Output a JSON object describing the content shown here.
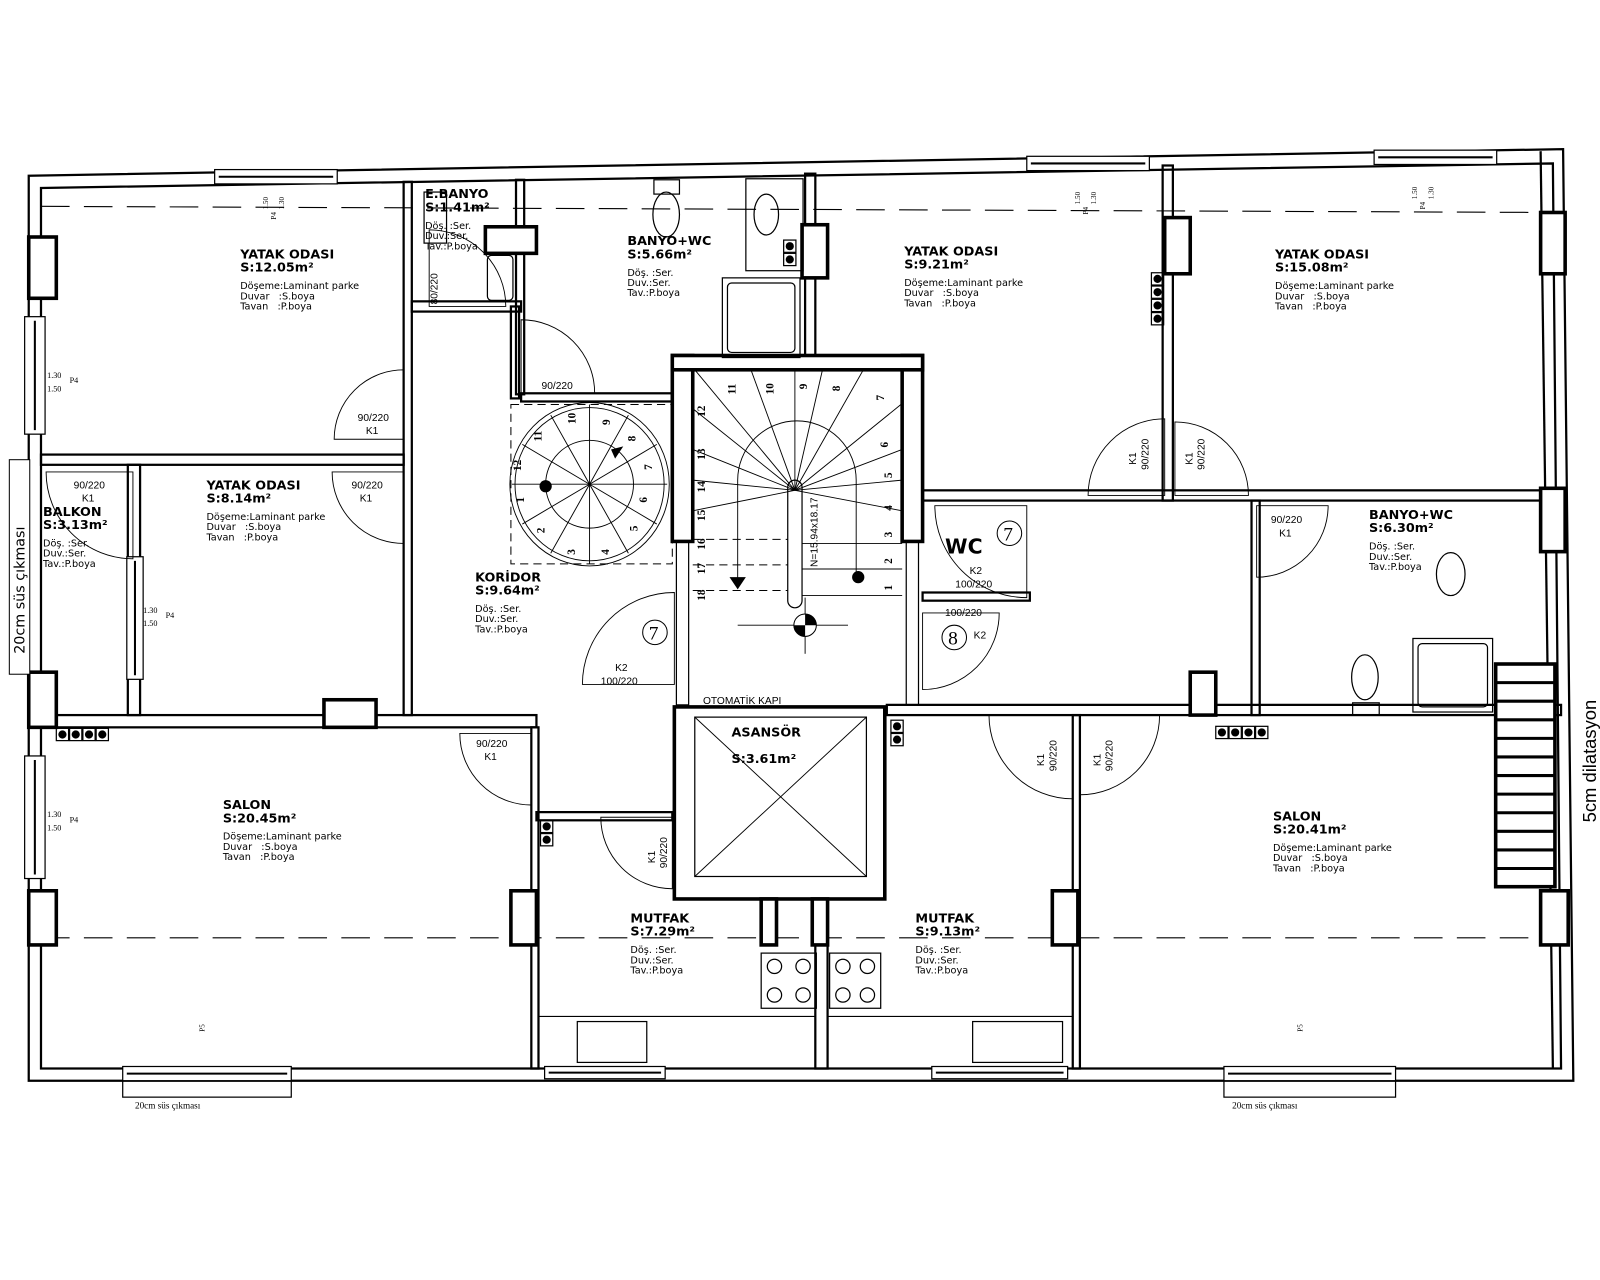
{
  "rooms": [
    {
      "name": "YATAK ODASI",
      "area": "S:12.05m²",
      "finishes": [
        "Döşeme:Laminant parke",
        "Duvar   :S.boya",
        "Tavan   :P.boya"
      ]
    },
    {
      "name": "E.BANYO",
      "area": "S:1.41m²",
      "finishes": [
        "Döş. :Ser.",
        "Duv.:Ser.",
        "Tav.:P.boya"
      ]
    },
    {
      "name": "BANYO+WC",
      "area": "S:5.66m²",
      "finishes": [
        "Döş. :Ser.",
        "Duv.:Ser.",
        "Tav.:P.boya"
      ]
    },
    {
      "name": "YATAK ODASI",
      "area": "S:9.21m²",
      "finishes": [
        "Döşeme:Laminant parke",
        "Duvar   :S.boya",
        "Tavan   :P.boya"
      ]
    },
    {
      "name": "YATAK ODASI",
      "area": "S:15.08m²",
      "finishes": [
        "Döşeme:Laminant parke",
        "Duvar   :S.boya",
        "Tavan   :P.boya"
      ]
    },
    {
      "name": "BALKON",
      "area": "S:3.13m²",
      "finishes": [
        "Döş. :Ser.",
        "Duv.:Ser.",
        "Tav.:P.boya"
      ]
    },
    {
      "name": "YATAK ODASI",
      "area": "S:8.14m²",
      "finishes": [
        "Döşeme:Laminant parke",
        "Duvar   :S.boya",
        "Tavan   :P.boya"
      ]
    },
    {
      "name": "KORİDOR",
      "area": "S:9.64m²",
      "finishes": [
        "Döş. :Ser.",
        "Duv.:Ser.",
        "Tav.:P.boya"
      ]
    },
    {
      "name": "BANYO+WC",
      "area": "S:6.30m²",
      "finishes": [
        "Döş. :Ser.",
        "Duv.:Ser.",
        "Tav.:P.boya"
      ]
    },
    {
      "name": "ASANSÖR",
      "area": "S:3.61m²",
      "finishes": []
    },
    {
      "name": "SALON",
      "area": "S:20.45m²",
      "finishes": [
        "Döşeme:Laminant parke",
        "Duvar   :S.boya",
        "Tavan   :P.boya"
      ]
    },
    {
      "name": "SALON",
      "area": "S:20.41m²",
      "finishes": [
        "Döşeme:Laminant parke",
        "Duvar   :S.boya",
        "Tavan   :P.boya"
      ]
    },
    {
      "name": "MUTFAK",
      "area": "S:7.29m²",
      "finishes": [
        "Döş. :Ser.",
        "Duv.:Ser.",
        "Tav.:P.boya"
      ]
    },
    {
      "name": "MUTFAK",
      "area": "S:9.13m²",
      "finishes": [
        "Döş. :Ser.",
        "Duv.:Ser.",
        "Tav.:P.boya"
      ]
    }
  ],
  "wc_label": "WC",
  "doors": [
    {
      "code": "K1",
      "size": "90/220"
    },
    {
      "code": "K1",
      "size": "90/220"
    },
    {
      "code": "K1",
      "size": "90/220"
    },
    {
      "code": "",
      "size": "80/220"
    },
    {
      "code": "",
      "size": "90/220"
    },
    {
      "code": "K1",
      "size": "90/220"
    },
    {
      "code": "K1",
      "size": "90/220"
    },
    {
      "code": "K2",
      "size": "100/220"
    },
    {
      "code": "K2",
      "size": "100/220"
    },
    {
      "code": "K2",
      "size": "100/220"
    },
    {
      "code": "K1",
      "size": "90/220"
    },
    {
      "code": "K1",
      "size": "90/220"
    },
    {
      "code": "K1",
      "size": "90/220"
    },
    {
      "code": "K1",
      "size": "90/220"
    },
    {
      "code": "K1",
      "size": "90/220"
    }
  ],
  "door_markers": [
    "7",
    "7",
    "8"
  ],
  "labels": {
    "automatic_door": "OTOMATİK KAPI",
    "expansion_joint": "5cm dilatasyon",
    "ornament_side": "20cm süs çıkması",
    "ornament_bottom_left": "20cm süs çıkması",
    "ornament_bottom_right": "20cm süs çıkması",
    "stair_formula": "N=15.94x18.17"
  },
  "window_labels": [
    "1.30",
    "1.50",
    "P4",
    "P5"
  ],
  "stair_steps": [
    "1",
    "2",
    "3",
    "4",
    "5",
    "6",
    "7",
    "8",
    "9",
    "10",
    "11",
    "12",
    "13",
    "14",
    "15",
    "16",
    "17",
    "18"
  ],
  "spiral_steps": [
    "1",
    "2",
    "3",
    "4",
    "5",
    "6",
    "7",
    "8",
    "9",
    "10",
    "11",
    "12"
  ]
}
